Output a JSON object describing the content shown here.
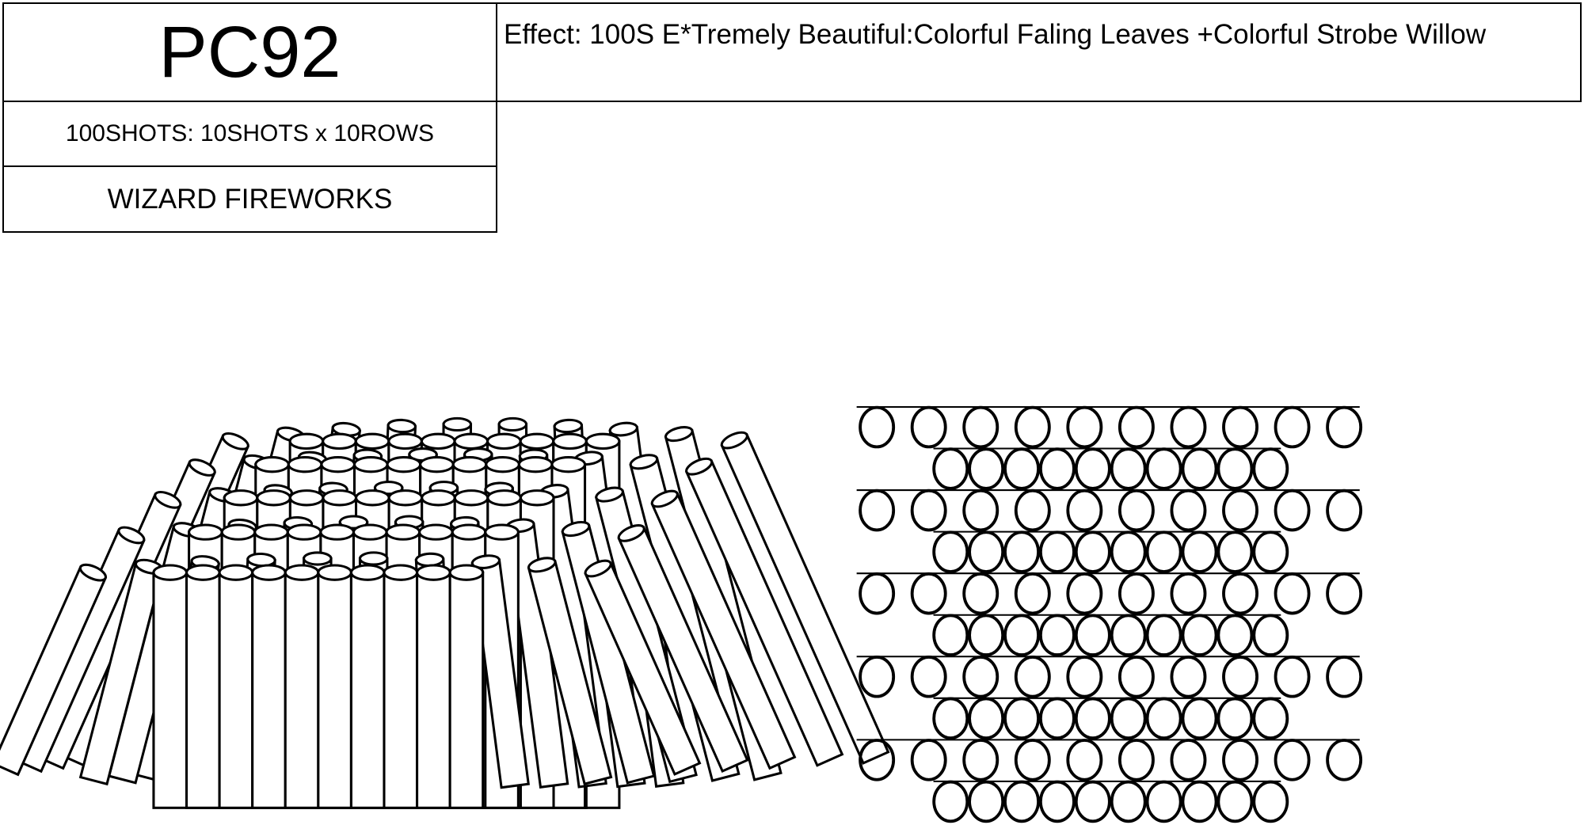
{
  "header": {
    "model": "PC92",
    "effect": "Effect: 100S E*Tremely Beautiful:Colorful Faling Leaves +Colorful Strobe Willow",
    "shots": "100SHOTS: 10SHOTS x 10ROWS",
    "brand": "WIZARD FIREWORKS"
  },
  "diagram": {
    "rows": 10,
    "shots_per_row": 10
  }
}
